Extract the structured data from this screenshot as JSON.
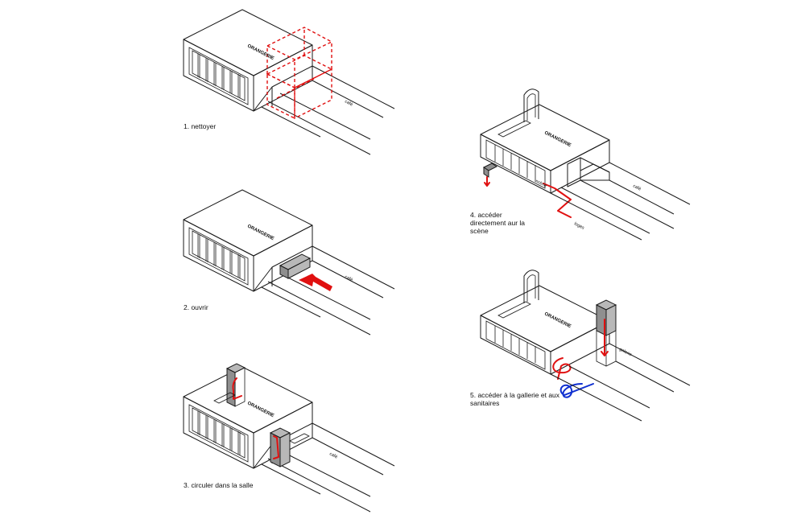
{
  "building_label": "ORANGERIE",
  "cafe_label": "café",
  "steps": [
    {
      "caption": "1. nettoyer"
    },
    {
      "caption": "2. ouvrir"
    },
    {
      "caption": "3. circuler dans la salle"
    },
    {
      "caption": "4. accéder directement aur la scène"
    },
    {
      "caption": "5. accéder à la gallerie et aux sanitaires"
    }
  ],
  "step4_labels": {
    "stage": "scène",
    "loges": "loges"
  },
  "step5_labels": {
    "gallery": "galerie"
  },
  "colors": {
    "accent_red": "#e01010",
    "accent_blue": "#1030d0",
    "fill_grey": "#b8b8b8"
  }
}
